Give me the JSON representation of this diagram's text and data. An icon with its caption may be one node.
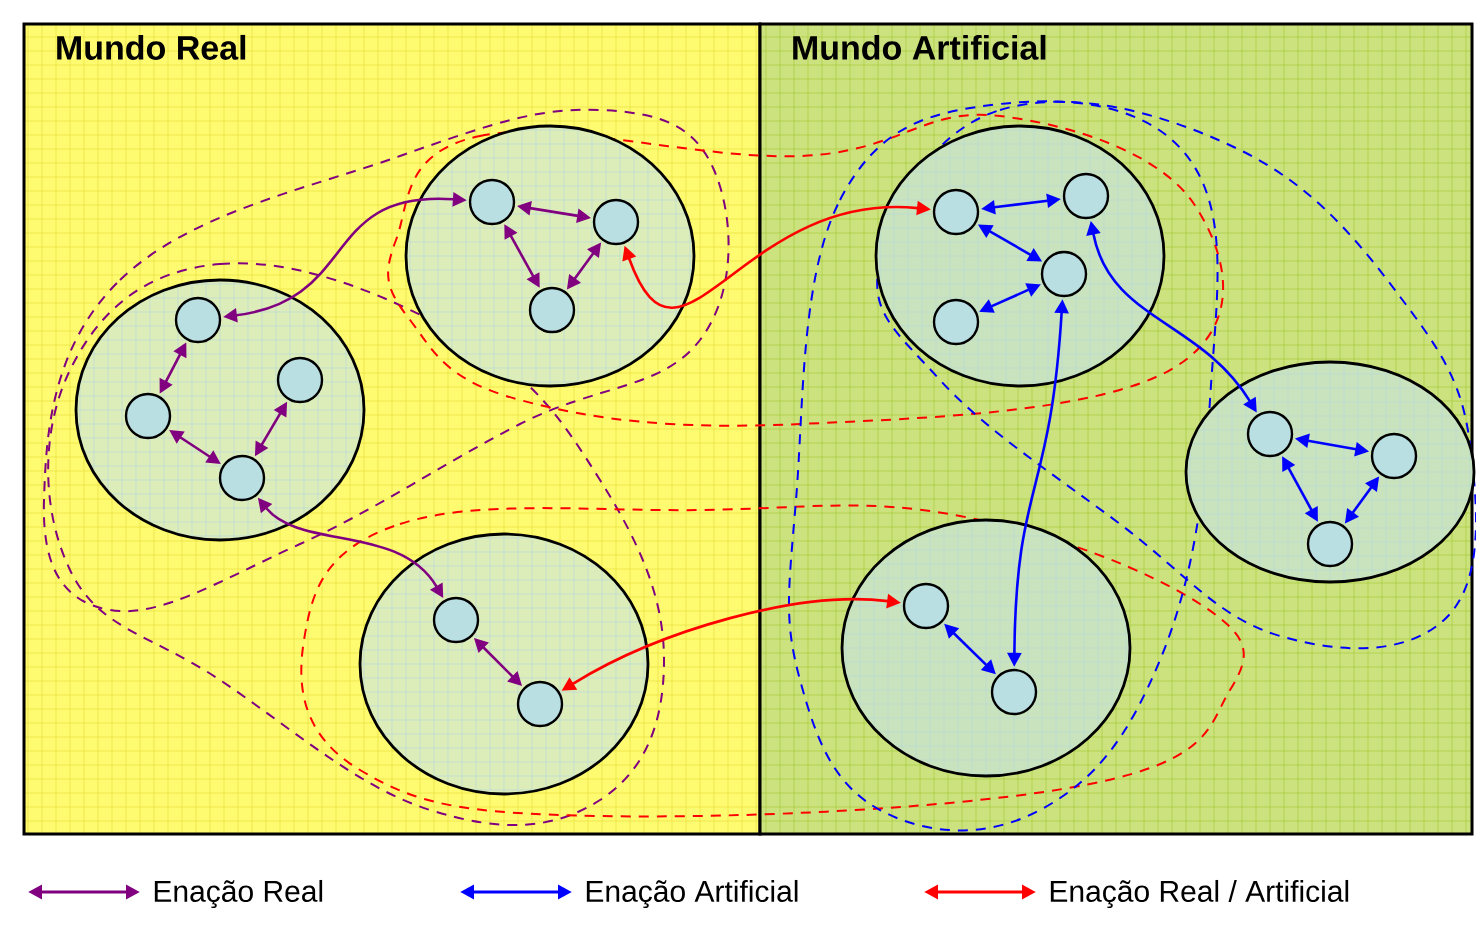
{
  "diagram": {
    "nodes": [
      {
        "text": [
          "Mundo Real"
        ]
      },
      {
        "text": [],
        "shape": "circle",
        "in": 0
      },
      {
        "text": [],
        "shape": "circle",
        "in": 1
      },
      {
        "text": [],
        "shape": "circle",
        "in": 1
      },
      {
        "text": [],
        "shape": "circle",
        "in": 1
      },
      {
        "text": [],
        "shape": "circle",
        "in": 1
      },
      {
        "text": [],
        "shape": "circle",
        "in": 0
      },
      {
        "text": [],
        "shape": "circle",
        "in": 6
      },
      {
        "text": [],
        "shape": "circle",
        "in": 6
      },
      {
        "text": [],
        "shape": "circle",
        "in": 6
      },
      {
        "text": [],
        "shape": "circle",
        "in": 0
      },
      {
        "text": [],
        "shape": "circle",
        "in": 10
      },
      {
        "text": [],
        "shape": "circle",
        "in": 10
      },
      {
        "text": [
          "Mundo Artificial"
        ]
      },
      {
        "text": [],
        "shape": "circle",
        "in": 13
      },
      {
        "text": [],
        "shape": "circle",
        "in": 14
      },
      {
        "text": [],
        "shape": "circle",
        "in": 14
      },
      {
        "text": [],
        "shape": "circle",
        "in": 14
      },
      {
        "text": [],
        "shape": "circle",
        "in": 14
      },
      {
        "text": [],
        "shape": "circle",
        "in": 13
      },
      {
        "text": [],
        "shape": "circle",
        "in": 19
      },
      {
        "text": [],
        "shape": "circle",
        "in": 19
      },
      {
        "text": [],
        "shape": "circle",
        "in": 19
      },
      {
        "text": [],
        "shape": "circle",
        "in": 13
      },
      {
        "text": [],
        "shape": "circle",
        "in": 23
      },
      {
        "text": [],
        "shape": "circle",
        "in": 23
      }
    ],
    "edges": [
      {
        "from": 2,
        "to": 4,
        "arrow": "both",
        "color": "#800080"
      },
      {
        "from": 4,
        "to": 5,
        "arrow": "both",
        "color": "#800080"
      },
      {
        "from": 5,
        "to": 3,
        "arrow": "both",
        "color": "#800080"
      },
      {
        "from": 7,
        "to": 8,
        "arrow": "both",
        "color": "#800080"
      },
      {
        "from": 7,
        "to": 9,
        "arrow": "both",
        "color": "#800080"
      },
      {
        "from": 9,
        "to": 8,
        "arrow": "both",
        "color": "#800080"
      },
      {
        "from": 11,
        "to": 12,
        "arrow": "both",
        "color": "#800080"
      },
      {
        "from": 2,
        "to": 7,
        "arrow": "both",
        "color": "#800080"
      },
      {
        "from": 5,
        "to": 11,
        "arrow": "both",
        "color": "#800080"
      },
      {
        "from": 8,
        "to": 15,
        "arrow": "both",
        "color": "#ff0000"
      },
      {
        "from": 12,
        "to": 24,
        "arrow": "both",
        "color": "#ff0000"
      },
      {
        "from": 15,
        "to": 16,
        "arrow": "both",
        "color": "#0000ff"
      },
      {
        "from": 15,
        "to": 17,
        "arrow": "both",
        "color": "#0000ff"
      },
      {
        "from": 17,
        "to": 18,
        "arrow": "both",
        "color": "#0000ff"
      },
      {
        "from": 20,
        "to": 21,
        "arrow": "both",
        "color": "#0000ff"
      },
      {
        "from": 20,
        "to": 22,
        "arrow": "both",
        "color": "#0000ff"
      },
      {
        "from": 22,
        "to": 21,
        "arrow": "both",
        "color": "#0000ff"
      },
      {
        "from": 24,
        "to": 25,
        "arrow": "both",
        "color": "#0000ff"
      },
      {
        "from": 16,
        "to": 20,
        "arrow": "both",
        "color": "#0000ff"
      },
      {
        "from": 17,
        "to": 25,
        "arrow": "both",
        "color": "#0000ff"
      }
    ],
    "legend": [
      {
        "text": "Enação Real",
        "color": "#800080"
      },
      {
        "text": "Enação Artificial",
        "color": "#0000ff"
      },
      {
        "text": "Enação Real / Artificial",
        "color": "#ff0000"
      }
    ]
  }
}
